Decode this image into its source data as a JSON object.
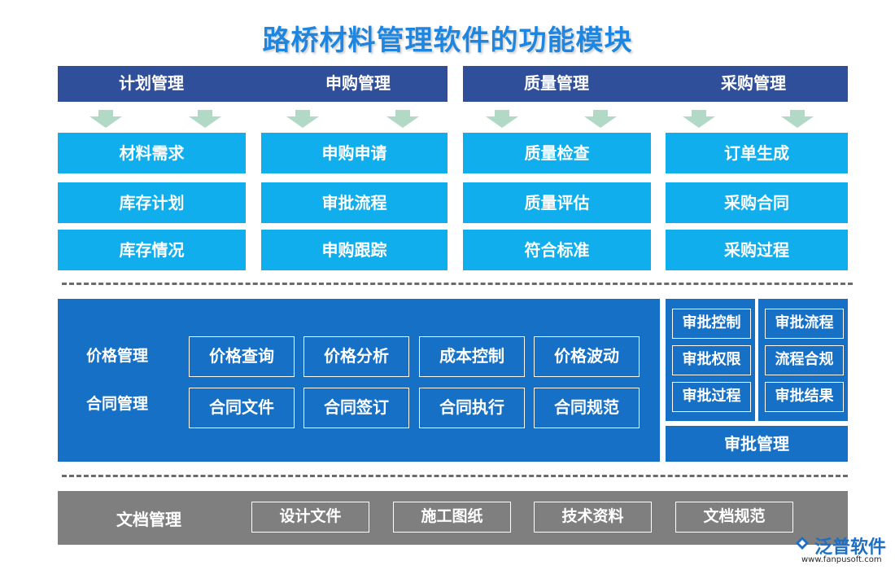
{
  "title": "路桥材料管理软件的功能模块",
  "top_groups": [
    {
      "headers": [
        "计划管理",
        "申购管理"
      ]
    },
    {
      "headers": [
        "质量管理",
        "采购管理"
      ]
    }
  ],
  "grid": [
    [
      "材料需求",
      "库存计划",
      "库存情况"
    ],
    [
      "申购申请",
      "审批流程",
      "申购跟踪"
    ],
    [
      "质量检查",
      "质量评估",
      "符合标准"
    ],
    [
      "订单生成",
      "采购合同",
      "采购过程"
    ]
  ],
  "price_section": {
    "label_price": "价格管理",
    "label_contract": "合同管理",
    "row1": [
      "价格查询",
      "价格分析",
      "成本控制",
      "价格波动"
    ],
    "row2": [
      "合同文件",
      "合同签订",
      "合同执行",
      "合同规范"
    ]
  },
  "approval_section": {
    "col_left": [
      "审批控制",
      "审批权限",
      "审批过程"
    ],
    "col_right": [
      "审批流程",
      "流程合规",
      "审批结果"
    ],
    "title": "审批管理"
  },
  "doc_section": {
    "label": "文档管理",
    "items": [
      "设计文件",
      "施工图纸",
      "技术资料",
      "文档规范"
    ]
  },
  "watermark": {
    "brand": "泛普软件",
    "url": "www.fanpusoft.com"
  },
  "colors": {
    "title": "#1e86e0",
    "header_bar": "#2f4f9a",
    "cell": "#10aeec",
    "panel": "#1570c6",
    "doc_panel": "#7f7f7f",
    "arrow": "#b2d8c6"
  }
}
